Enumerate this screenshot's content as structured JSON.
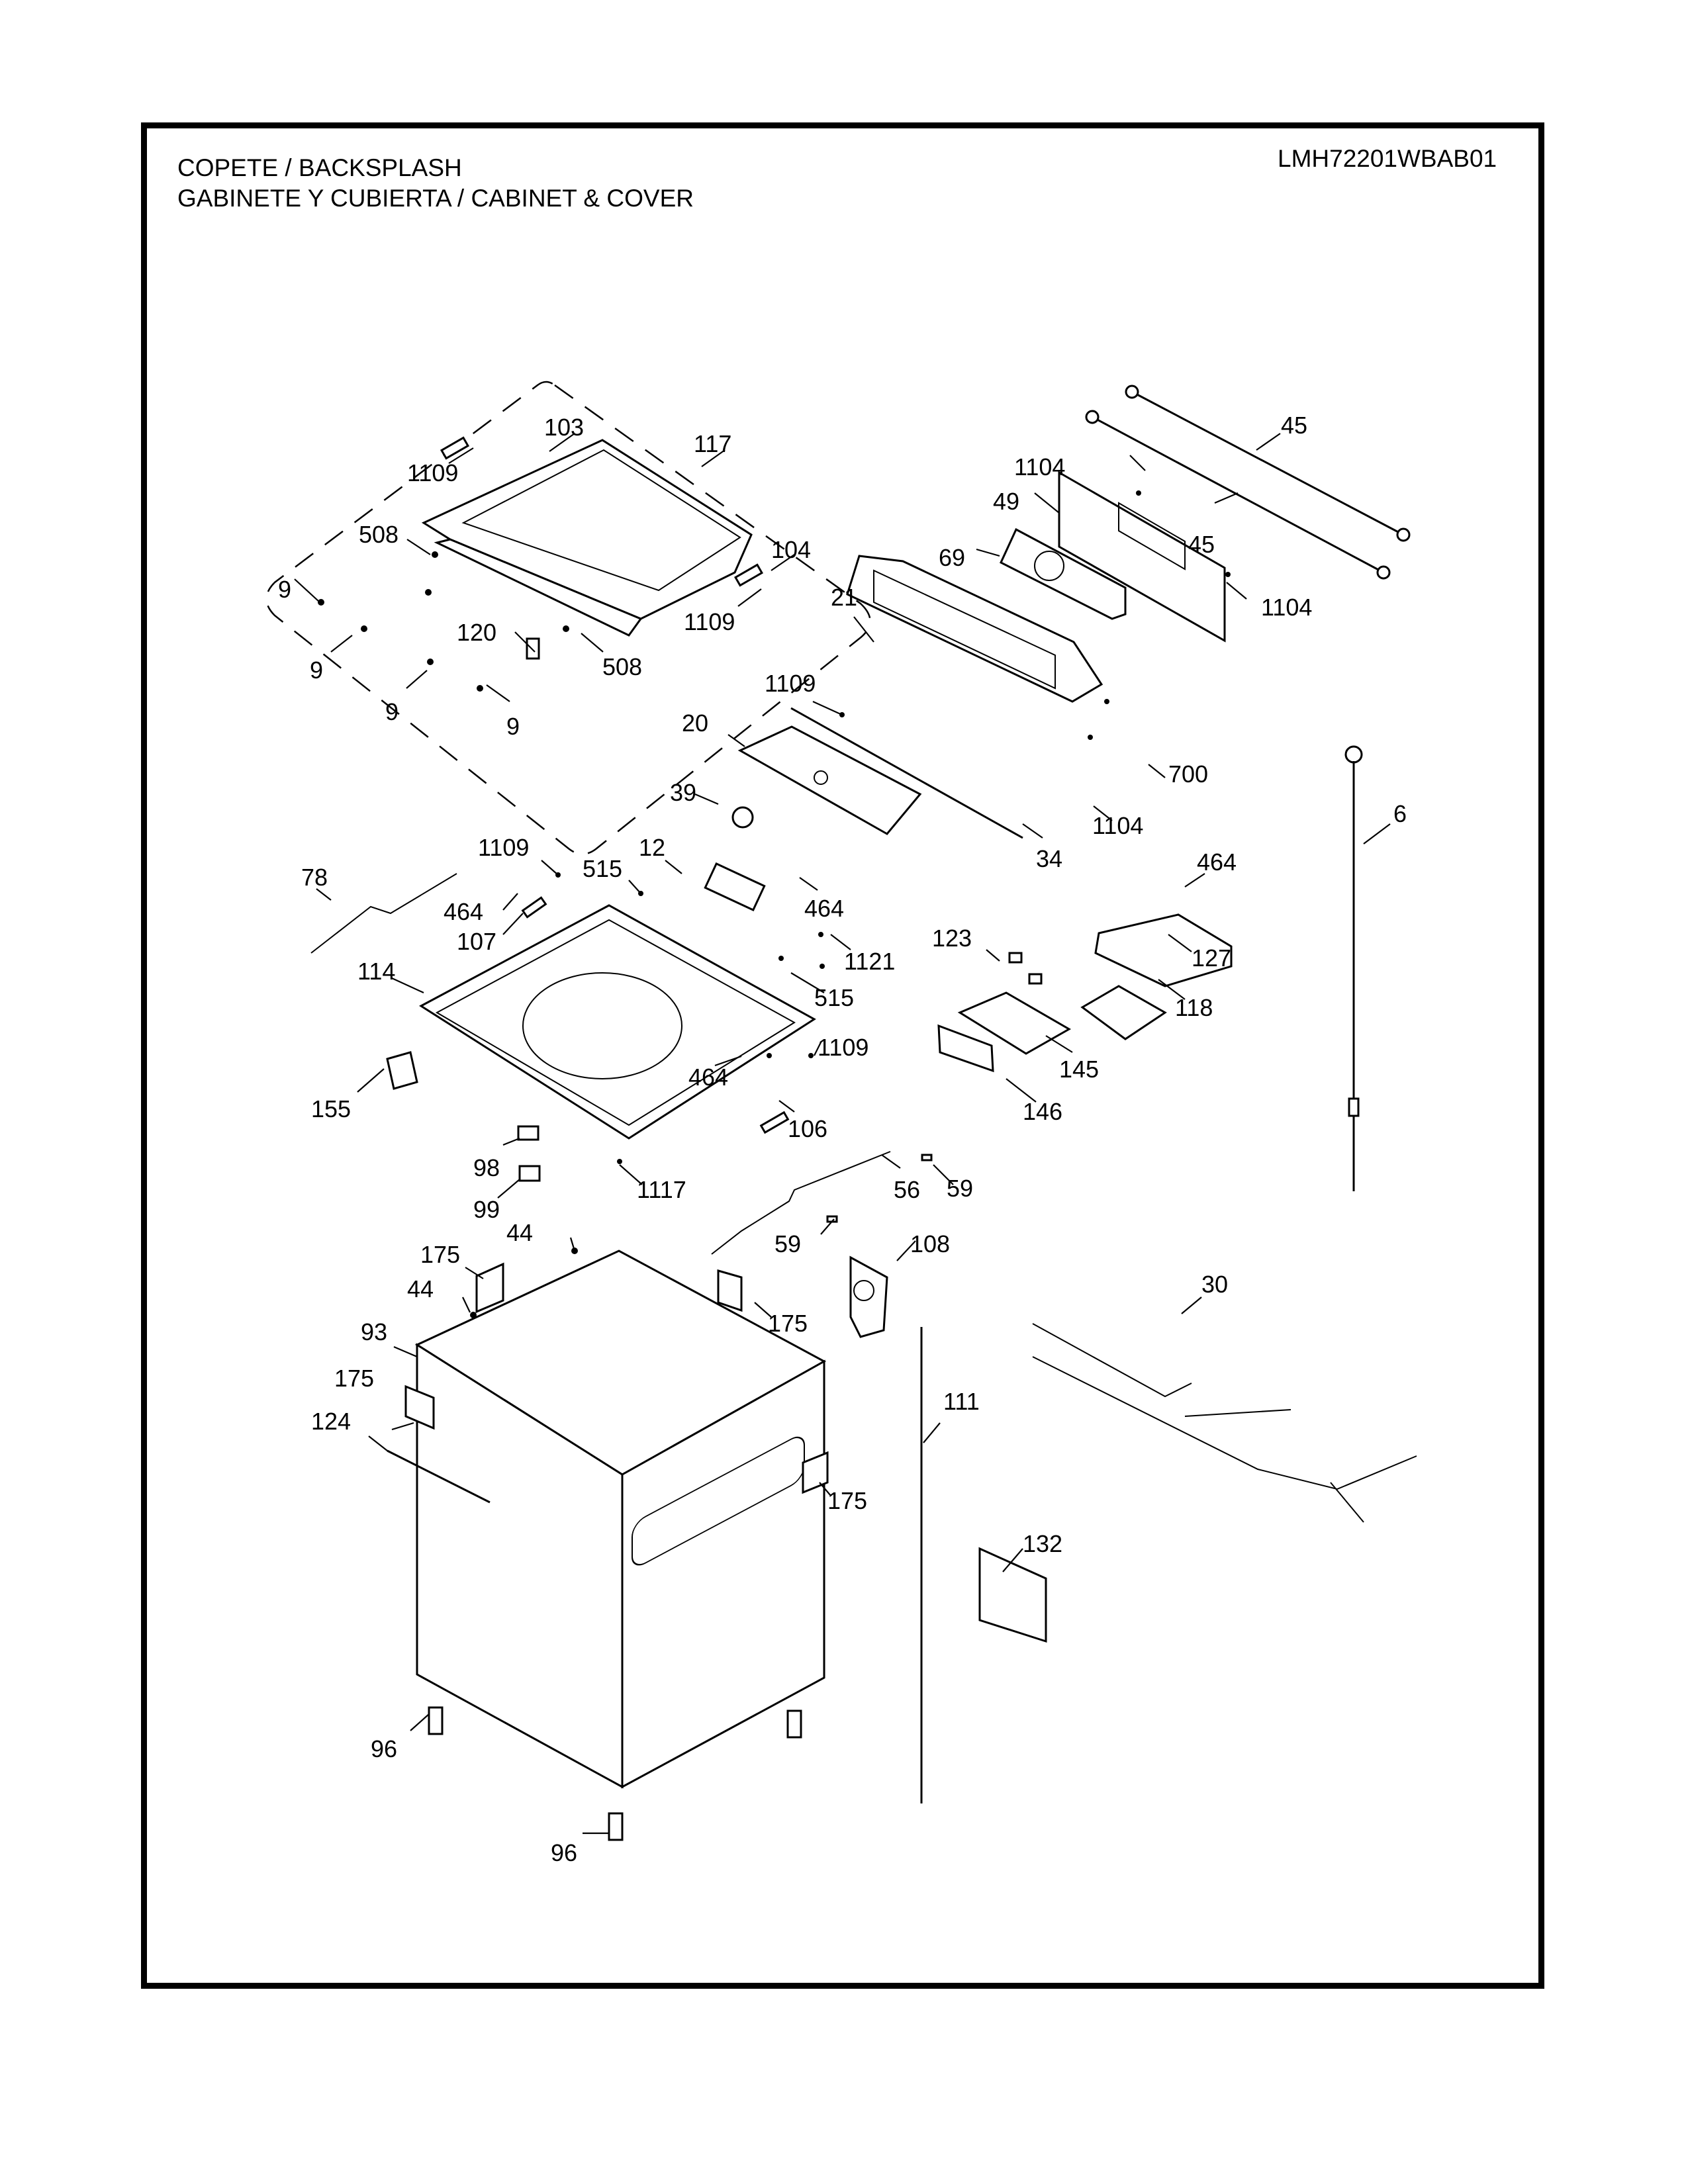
{
  "header": {
    "title_line1": "COPETE / BACKSPLASH",
    "title_line2": "GABINETE Y CUBIERTA / CABINET & COVER",
    "model_number": "LMH72201WBAB01"
  },
  "callouts": [
    {
      "id": "c103",
      "label": "103"
    },
    {
      "id": "c117",
      "label": "117"
    },
    {
      "id": "c1109a",
      "label": "1109"
    },
    {
      "id": "c508a",
      "label": "508"
    },
    {
      "id": "c104",
      "label": "104"
    },
    {
      "id": "c9a",
      "label": "9"
    },
    {
      "id": "c1109b",
      "label": "1109"
    },
    {
      "id": "c120",
      "label": "120"
    },
    {
      "id": "c9b",
      "label": "9"
    },
    {
      "id": "c508b",
      "label": "508"
    },
    {
      "id": "c9c",
      "label": "9"
    },
    {
      "id": "c9d",
      "label": "9"
    },
    {
      "id": "c45a",
      "label": "45"
    },
    {
      "id": "c1104a",
      "label": "1104"
    },
    {
      "id": "c49",
      "label": "49"
    },
    {
      "id": "c45b",
      "label": "45"
    },
    {
      "id": "c69",
      "label": "69"
    },
    {
      "id": "c1104b",
      "label": "1104"
    },
    {
      "id": "c21",
      "label": "21"
    },
    {
      "id": "c1109c",
      "label": "1109"
    },
    {
      "id": "c20",
      "label": "20"
    },
    {
      "id": "c700",
      "label": "700"
    },
    {
      "id": "c39",
      "label": "39"
    },
    {
      "id": "c1104c",
      "label": "1104"
    },
    {
      "id": "c6",
      "label": "6"
    },
    {
      "id": "c1109d",
      "label": "1109"
    },
    {
      "id": "c515a",
      "label": "515"
    },
    {
      "id": "c12",
      "label": "12"
    },
    {
      "id": "c34",
      "label": "34"
    },
    {
      "id": "c464a",
      "label": "464"
    },
    {
      "id": "c78",
      "label": "78"
    },
    {
      "id": "c464b",
      "label": "464"
    },
    {
      "id": "c464c",
      "label": "464"
    },
    {
      "id": "c107",
      "label": "107"
    },
    {
      "id": "c1121",
      "label": "1121"
    },
    {
      "id": "c123",
      "label": "123"
    },
    {
      "id": "c127",
      "label": "127"
    },
    {
      "id": "c114",
      "label": "114"
    },
    {
      "id": "c515b",
      "label": "515"
    },
    {
      "id": "c118",
      "label": "118"
    },
    {
      "id": "c1109e",
      "label": "1109"
    },
    {
      "id": "c145",
      "label": "145"
    },
    {
      "id": "c155",
      "label": "155"
    },
    {
      "id": "c464d",
      "label": "464"
    },
    {
      "id": "c106",
      "label": "106"
    },
    {
      "id": "c146",
      "label": "146"
    },
    {
      "id": "c98",
      "label": "98"
    },
    {
      "id": "c1117",
      "label": "1117"
    },
    {
      "id": "c56",
      "label": "56"
    },
    {
      "id": "c59a",
      "label": "59"
    },
    {
      "id": "c99",
      "label": "99"
    },
    {
      "id": "c44a",
      "label": "44"
    },
    {
      "id": "c59b",
      "label": "59"
    },
    {
      "id": "c175a",
      "label": "175"
    },
    {
      "id": "c108",
      "label": "108"
    },
    {
      "id": "c44b",
      "label": "44"
    },
    {
      "id": "c30",
      "label": "30"
    },
    {
      "id": "c175b",
      "label": "175"
    },
    {
      "id": "c93",
      "label": "93"
    },
    {
      "id": "c175c",
      "label": "175"
    },
    {
      "id": "c111",
      "label": "111"
    },
    {
      "id": "c124",
      "label": "124"
    },
    {
      "id": "c175d",
      "label": "175"
    },
    {
      "id": "c132",
      "label": "132"
    },
    {
      "id": "c96a",
      "label": "96"
    },
    {
      "id": "c96b",
      "label": "96"
    }
  ]
}
